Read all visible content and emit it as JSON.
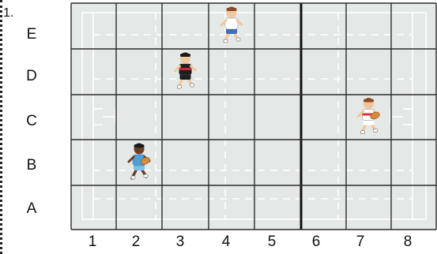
{
  "question_number": "1.",
  "row_labels": [
    "E",
    "D",
    "C",
    "B",
    "A"
  ],
  "col_labels": [
    "1",
    "2",
    "3",
    "4",
    "5",
    "6",
    "7",
    "8"
  ],
  "colors": {
    "field": "#e4e9e8",
    "grid_line": "#2b2b2b",
    "center_line": "#111111",
    "pitch_marking": "#ffffff"
  },
  "players": [
    {
      "name": "player-e4",
      "row": "E",
      "col": "4",
      "jersey": "#ffffff",
      "shorts": "#3f6fb8",
      "skin": "#f0c8a0",
      "hair": "#8a4a24",
      "pose": "running"
    },
    {
      "name": "player-d3",
      "row": "D",
      "col": "3",
      "jersey": "#1e1e1e",
      "shorts": "#1e1e1e",
      "accent": "#c9283a",
      "skin": "#f0c8a0",
      "hair": "#1a1a1a",
      "pose": "running"
    },
    {
      "name": "player-c7",
      "row": "C",
      "col": "7",
      "jersey": "#ffffff",
      "shorts": "#ffffff",
      "accent": "#d7363a",
      "skin": "#f2c49a",
      "hair": "#8a4a24",
      "ball": "#d98b3a",
      "pose": "running-with-ball"
    },
    {
      "name": "player-b2",
      "row": "B",
      "col": "2",
      "jersey": "#4aa0d8",
      "shorts": "#7fbfe5",
      "skin": "#6b3e26",
      "hair": "#1a1a1a",
      "ball": "#d98b3a",
      "pose": "running-with-ball"
    }
  ]
}
